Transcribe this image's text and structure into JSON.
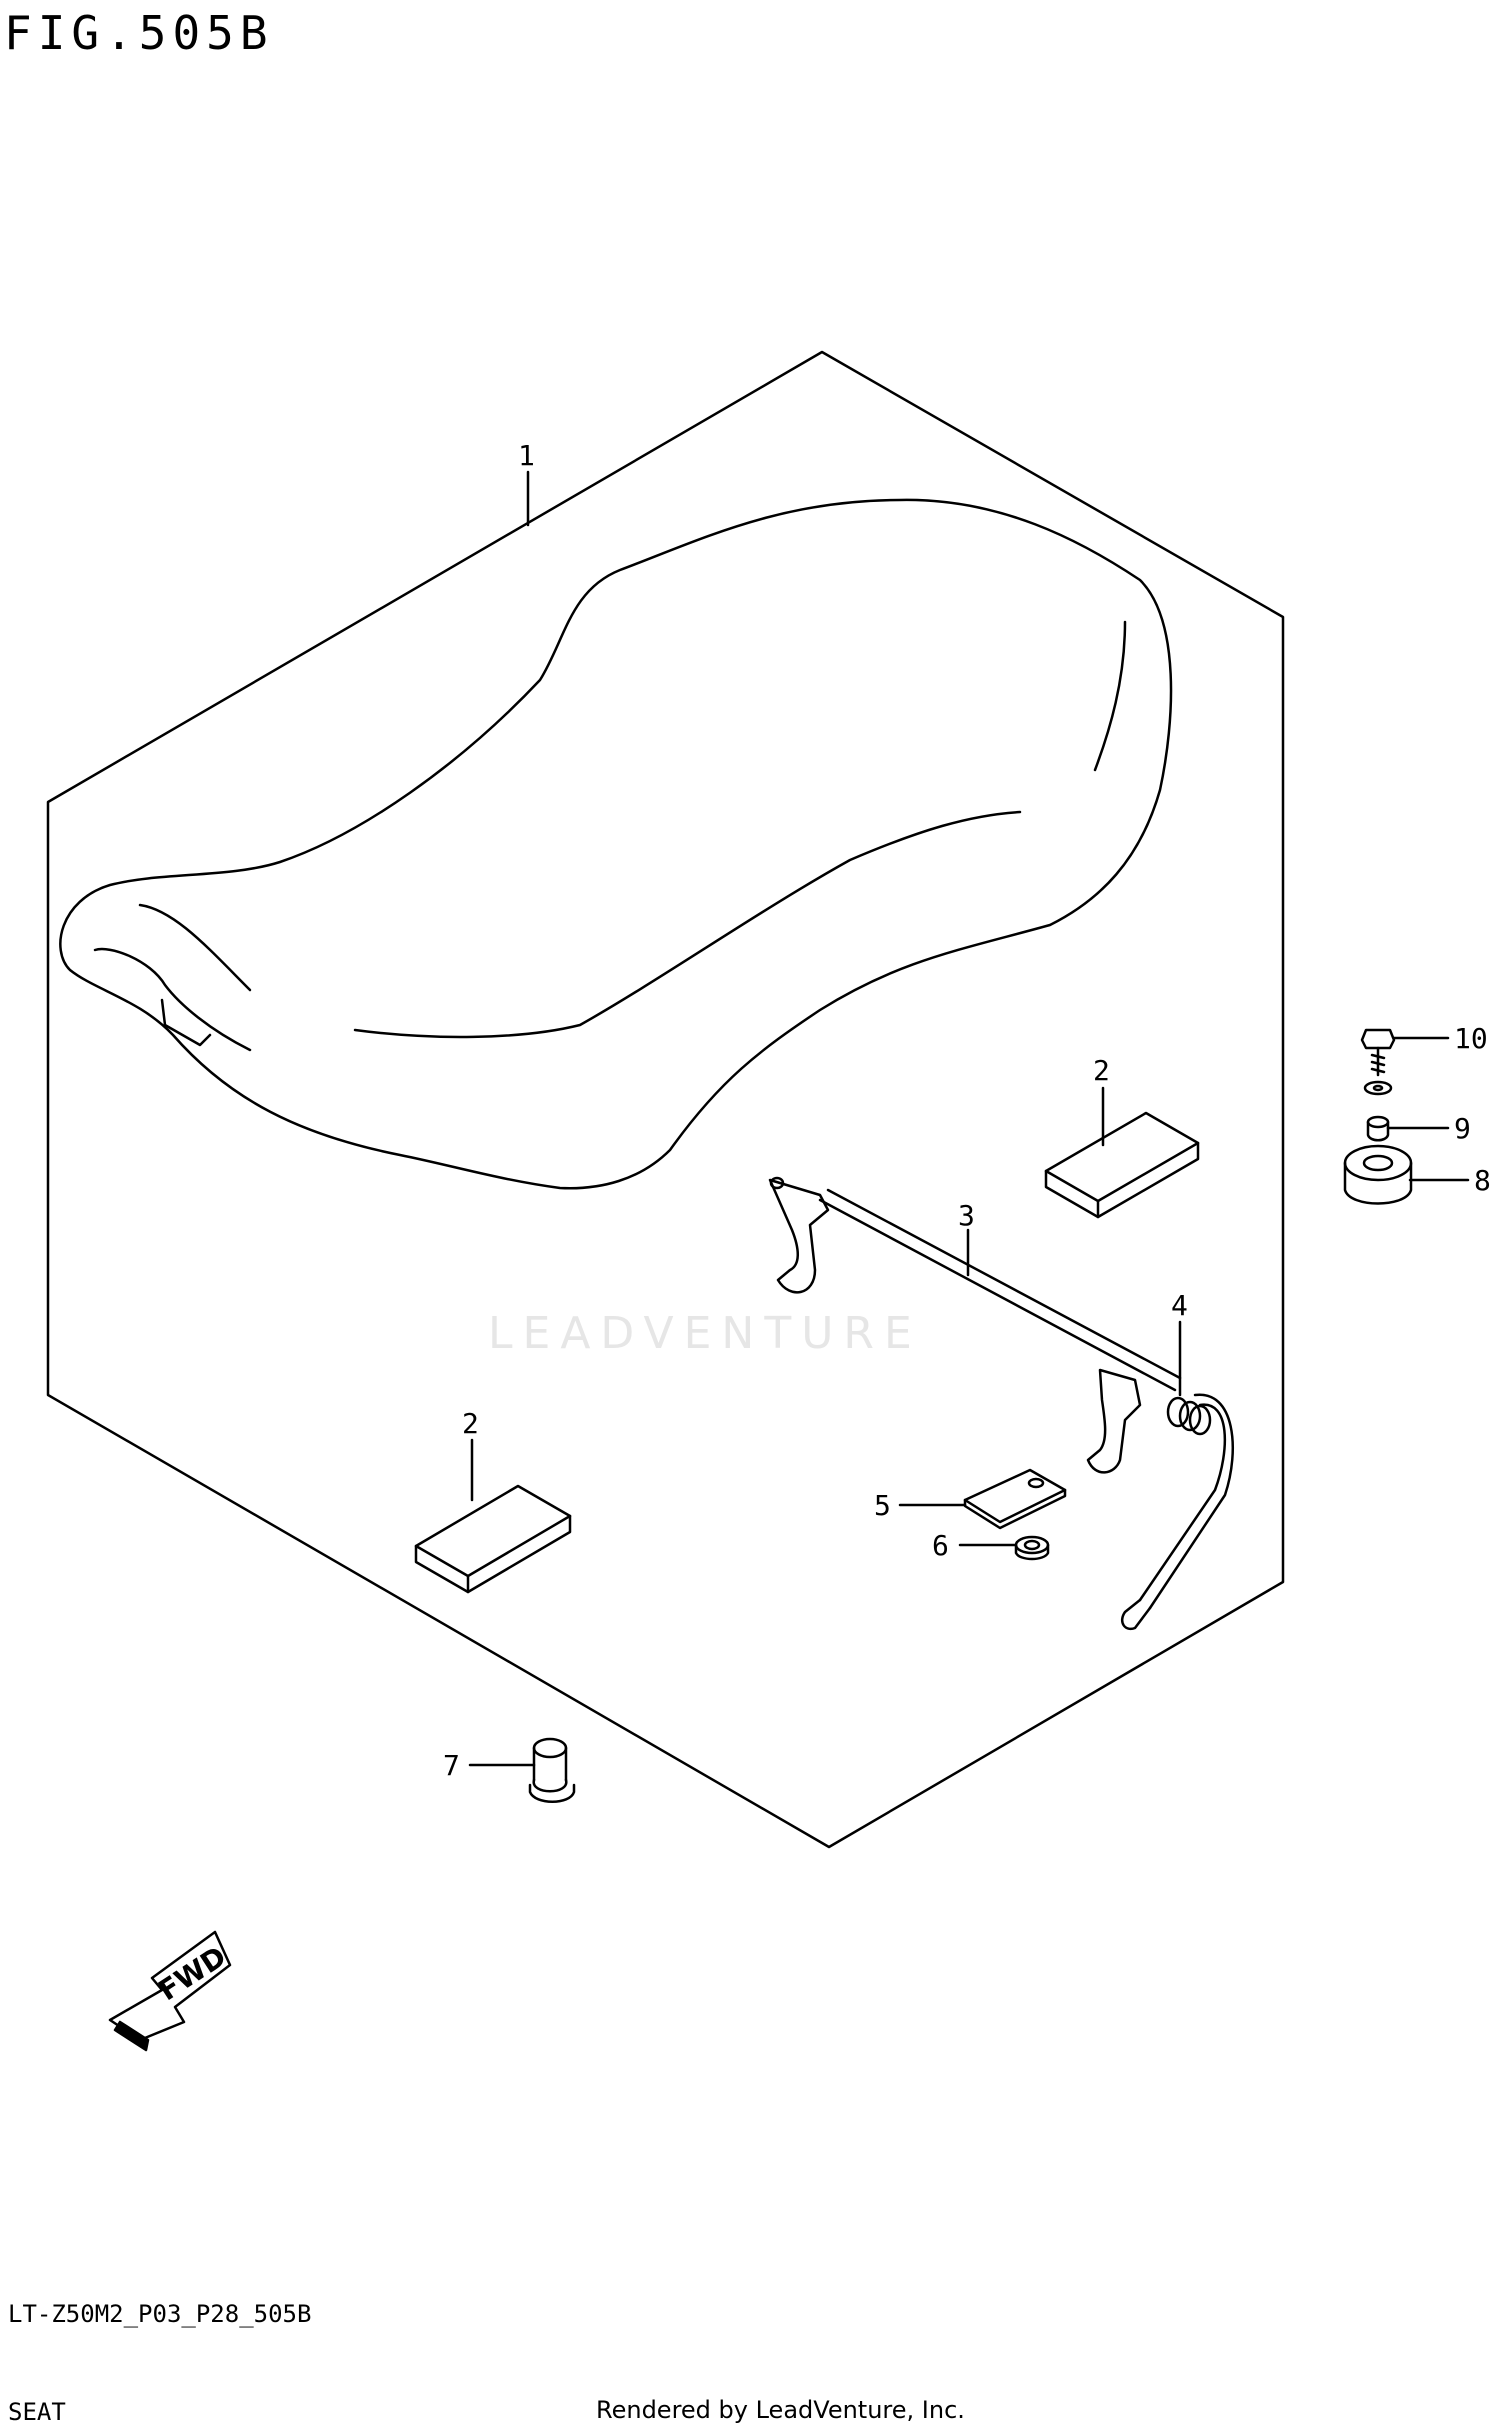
{
  "header": {
    "figure_title": "FIG.505B"
  },
  "watermark": {
    "text": "LEADVENTURE"
  },
  "parts": {
    "p1": "1",
    "p2a": "2",
    "p2b": "2",
    "p3": "3",
    "p4": "4",
    "p5": "5",
    "p6": "6",
    "p7": "7",
    "p8": "8",
    "p9": "9",
    "p10": "10"
  },
  "fwd": {
    "label": "FWD"
  },
  "footer": {
    "model_code": "LT-Z50M2_P03_P28_505B",
    "section": "SEAT",
    "rendered_by": "Rendered by LeadVenture, Inc."
  },
  "icons": {
    "direction": "fwd-arrow-icon"
  }
}
